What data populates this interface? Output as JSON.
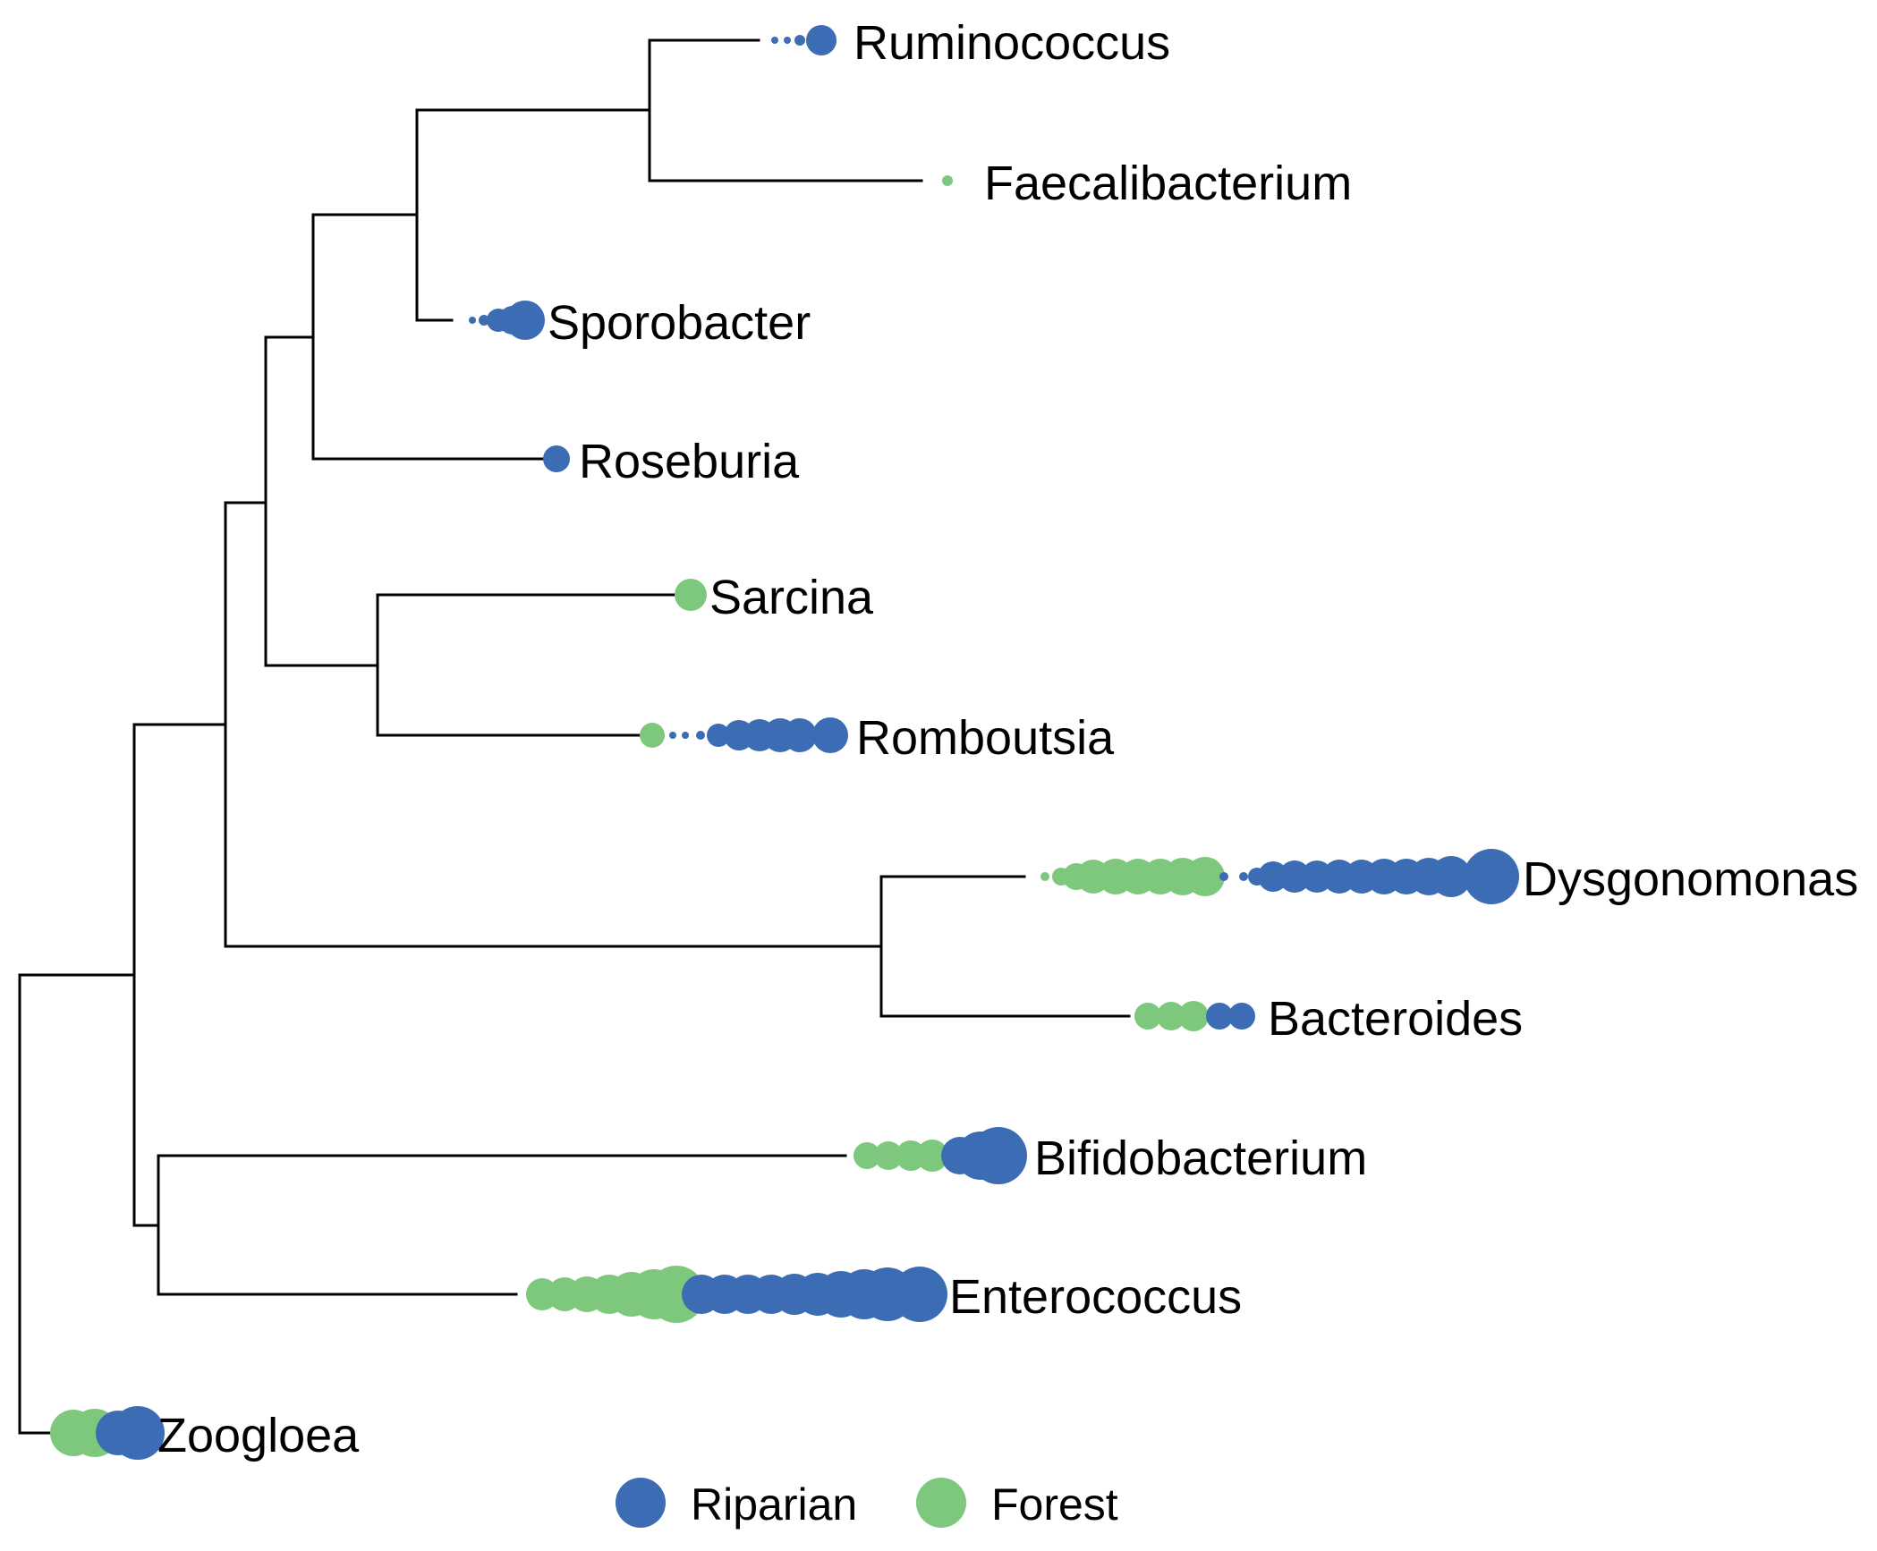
{
  "figure": {
    "type": "phylogenetic tree with abundance points",
    "colors": {
      "branch": "#000000",
      "riparian": "#3c6db4",
      "forest": "#7ec87e"
    }
  },
  "legend": {
    "placement": "bottom-center",
    "items": [
      {
        "label": "Riparian",
        "color": "#3c6db4"
      },
      {
        "label": "Forest",
        "color": "#7ec87e"
      }
    ]
  },
  "taxa": [
    {
      "label": "Ruminococcus"
    },
    {
      "label": "Faecalibacterium"
    },
    {
      "label": "Sporobacter"
    },
    {
      "label": "Roseburia"
    },
    {
      "label": "Sarcina"
    },
    {
      "label": "Romboutsia"
    },
    {
      "label": "Dysgonomonas"
    },
    {
      "label": "Bacteroides"
    },
    {
      "label": "Bifidobacterium"
    },
    {
      "label": "Enterococcus"
    },
    {
      "label": "Zoogloea"
    }
  ]
}
